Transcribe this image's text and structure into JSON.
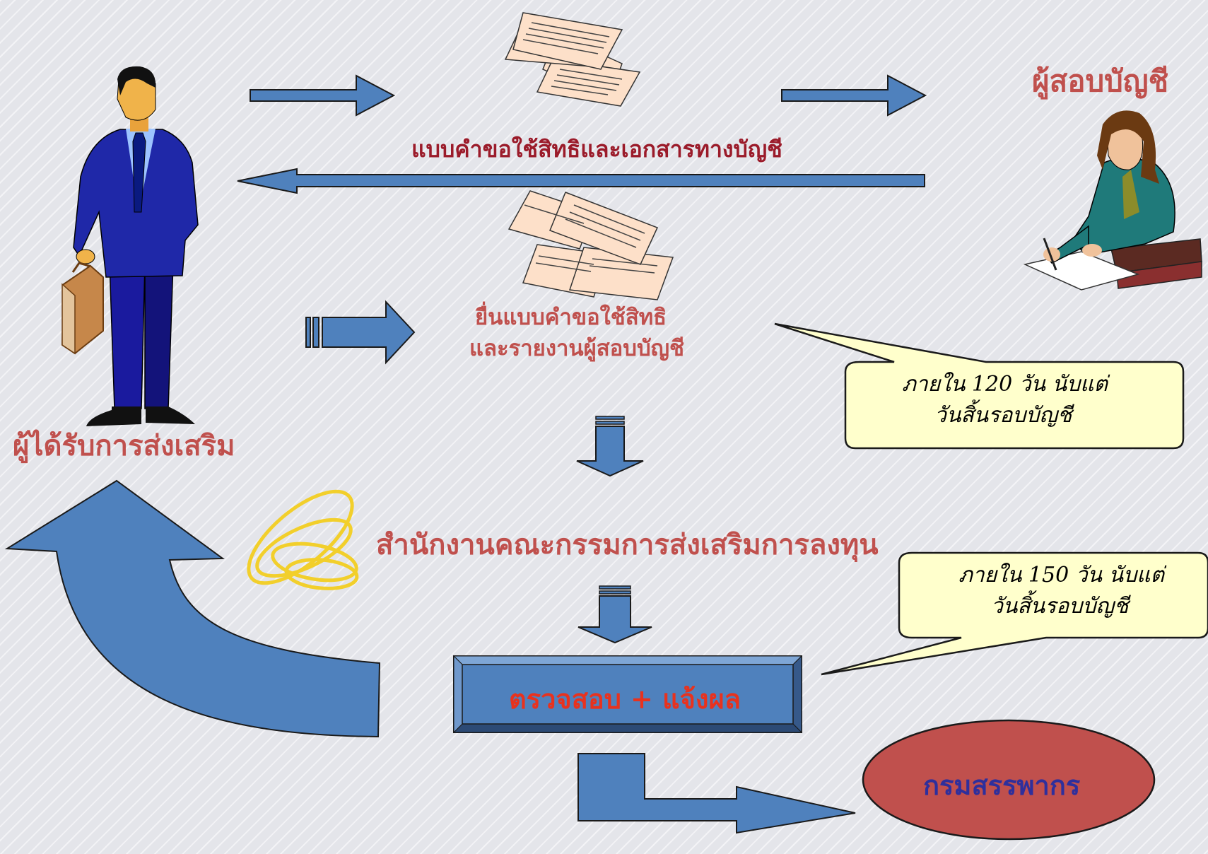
{
  "labels": {
    "auditor": "ผู้สอบบัญชี",
    "promoted_person": "ผู้ได้รับการส่งเสริม",
    "request_form": "แบบคำขอใช้สิทธิและเอกสารทางบัญชี",
    "submit_line1": "ยื่นแบบคำขอใช้สิทธิ",
    "submit_line2": "และรายงานผู้สอบบัญชี",
    "boi_office": "สำนักงานคณะกรรมการส่งเสริมการลงทุน",
    "check_notify": "ตรวจสอบ + แจ้งผล",
    "revenue_dept": "กรมสรรพากร"
  },
  "callouts": {
    "c120_line1": "ภายใน 120 วัน นับแต่",
    "c120_line2": "วันสิ้นรอบบัญชี",
    "c150_line1": "ภายใน 150 วัน นับแต่",
    "c150_line2": "วันสิ้นรอบบัญชี"
  },
  "colors": {
    "arrow_blue": "#4f81bd",
    "label_red": "#c0504d",
    "callout_fill": "#ffffcc",
    "oval_fill": "#c0504d",
    "box_fill": "#4f81bd"
  },
  "icons": [
    "businessman-icon",
    "documents-icon",
    "auditor-woman-icon",
    "boi-logo-icon"
  ]
}
